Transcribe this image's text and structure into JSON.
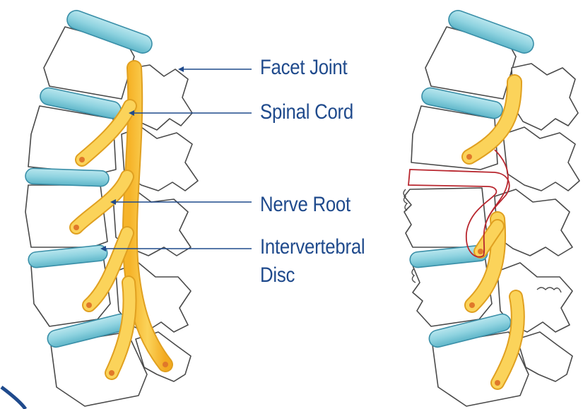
{
  "labels": {
    "facet_joint": "Facet Joint",
    "spinal_cord": "Spinal Cord",
    "nerve_root": "Nerve Root",
    "intervertebral_disc_line1": "Intervertebral",
    "intervertebral_disc_line2": "Disc"
  },
  "colors": {
    "label_text": "#1f4a8c",
    "leader_line": "#1f4a8c",
    "bone_outline": "#4a4a4a",
    "disc_fill": "#8fd3e0",
    "disc_stroke": "#3a8fa8",
    "nerve_fill": "#f7c244",
    "nerve_stroke": "#e0a020",
    "nerve_dot": "#e0782a",
    "herniation_outline": "#b8262e",
    "corner_arc": "#1f4a8c"
  }
}
